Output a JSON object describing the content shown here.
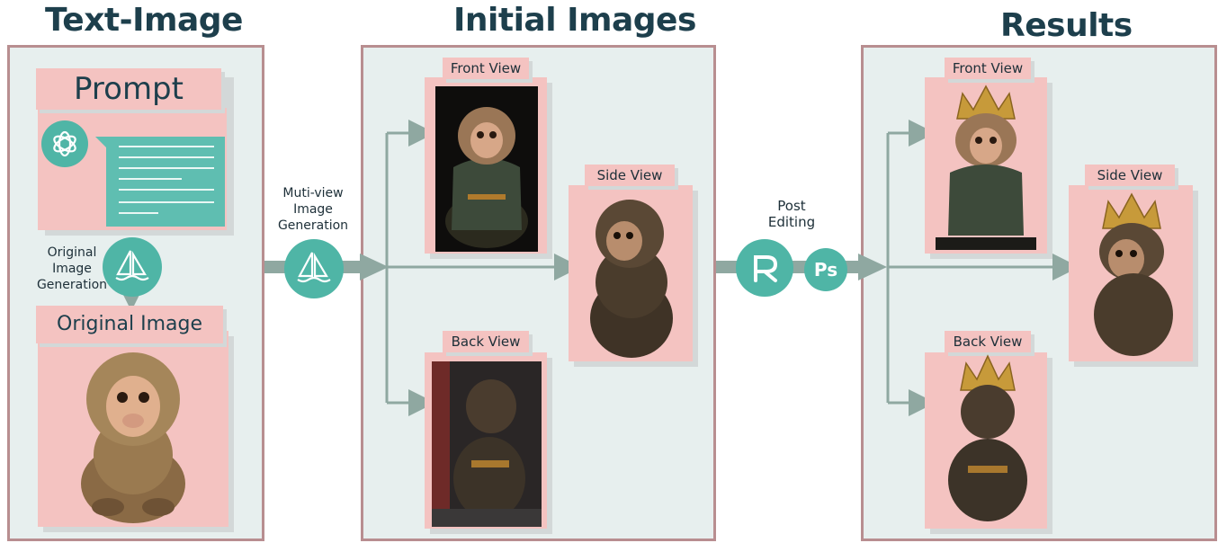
{
  "sections": {
    "text_image": {
      "title": "Text-Image"
    },
    "initial_images": {
      "title": "Initial Images"
    },
    "results": {
      "title": "Results"
    }
  },
  "prompt": {
    "title": "Prompt",
    "icon": "openai-icon"
  },
  "original_generation": {
    "lines": [
      "Original",
      "Image",
      "Generation"
    ],
    "icon": "midjourney-sailboat-icon"
  },
  "original_image": {
    "title": "Original Image"
  },
  "multi_view": {
    "lines": [
      "Muti-view",
      "Image",
      "Generation"
    ],
    "icon": "midjourney-sailboat-icon"
  },
  "views": {
    "front": "Front View",
    "side": "Side View",
    "back": "Back View"
  },
  "post_editing": {
    "lines": [
      "Post",
      "Editing"
    ],
    "tool_icons": [
      "retouch-r-icon",
      "photoshop-icon"
    ],
    "ps_label": "Ps"
  },
  "colors": {
    "panel_bg": "#e7efee",
    "panel_border": "#b88e90",
    "pink": "#f4c3c1",
    "teal": "#4fb5a6",
    "arrow": "#8fa8a1",
    "title": "#1d3f4c"
  }
}
